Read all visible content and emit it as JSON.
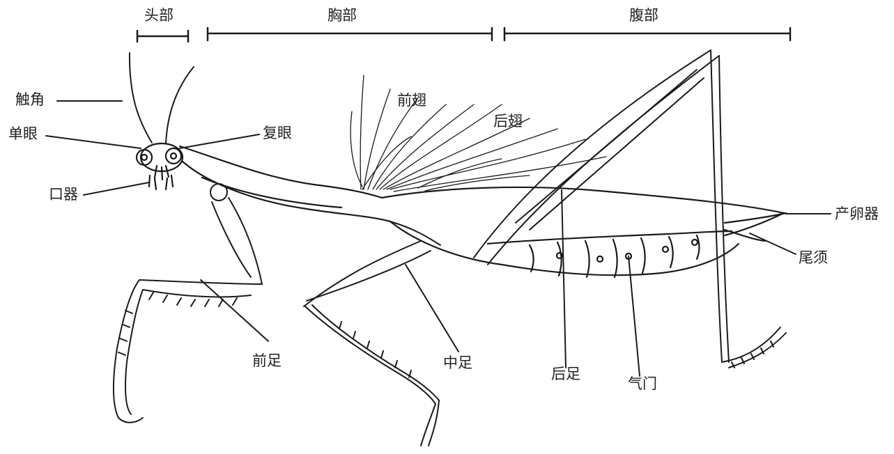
{
  "diagram": {
    "sections": {
      "head": "头部",
      "thorax": "胸部",
      "abdomen": "腹部"
    },
    "labels": {
      "antenna": "触角",
      "ocellus": "单眼",
      "compound_eye": "复眼",
      "mouthparts": "口器",
      "forewing": "前翅",
      "hindwing": "后翅",
      "ovipositor": "产卵器",
      "cercus": "尾须",
      "foreleg": "前足",
      "midleg": "中足",
      "hindleg": "后足",
      "spiracle": "气门"
    },
    "colors": {
      "ink": "#1a1a1a",
      "background": "#ffffff"
    }
  }
}
